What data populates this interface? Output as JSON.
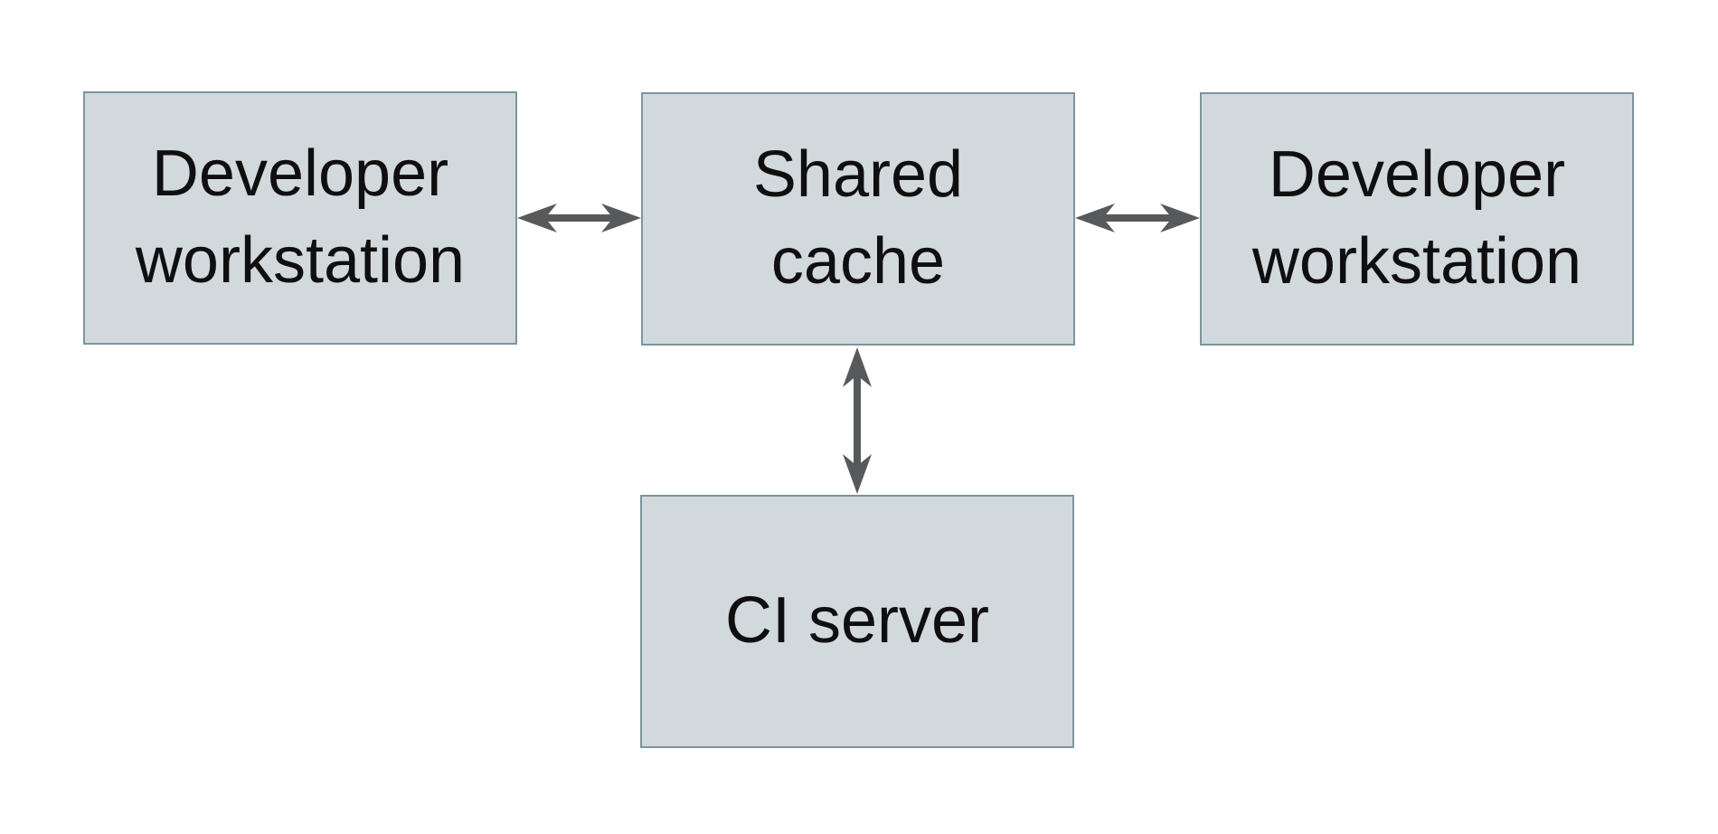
{
  "diagram": {
    "type": "architecture-diagram",
    "background": "#ffffff",
    "nodes": [
      {
        "id": "developer-workstation-left",
        "label": "Developer\nworkstation"
      },
      {
        "id": "shared-cache",
        "label": "Shared\ncache"
      },
      {
        "id": "developer-workstation-right",
        "label": "Developer\nworkstation"
      },
      {
        "id": "ci-server",
        "label": "CI server"
      }
    ],
    "edges": [
      {
        "from": "developer-workstation-left",
        "to": "shared-cache",
        "direction": "bidirectional",
        "orientation": "horizontal"
      },
      {
        "from": "shared-cache",
        "to": "developer-workstation-right",
        "direction": "bidirectional",
        "orientation": "horizontal"
      },
      {
        "from": "shared-cache",
        "to": "ci-server",
        "direction": "bidirectional",
        "orientation": "vertical"
      }
    ],
    "colors": {
      "node_fill": "#d2d9dc",
      "node_border": "#7b95a1",
      "arrow": "#58595b",
      "text": "#0f0f0f",
      "background": "#ffffff"
    }
  }
}
